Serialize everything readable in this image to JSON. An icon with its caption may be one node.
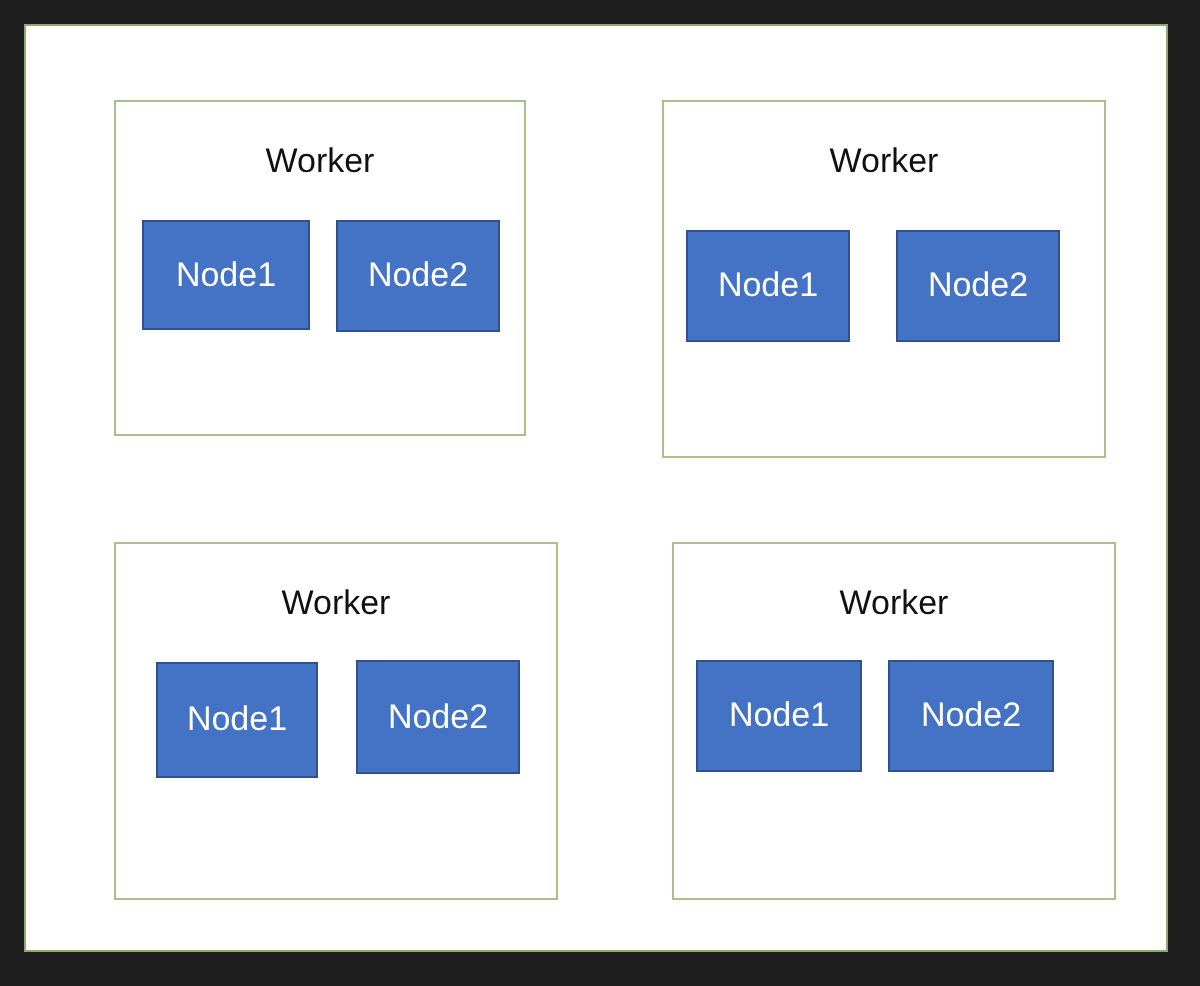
{
  "diagram": {
    "nodes": [
      {
        "text": [],
        "shape": "box"
      },
      {
        "text": [
          "Worker"
        ],
        "in": 0
      },
      {
        "text": [
          "Node1"
        ],
        "in": 1
      },
      {
        "text": [
          "Node2"
        ],
        "in": 1
      },
      {
        "text": [
          "Worker"
        ],
        "in": 0
      },
      {
        "text": [
          "Node1"
        ],
        "in": 4
      },
      {
        "text": [
          "Node2"
        ],
        "in": 4
      },
      {
        "text": [
          "Worker"
        ],
        "in": 0
      },
      {
        "text": [
          "Node1"
        ],
        "in": 7
      },
      {
        "text": [
          "Node2"
        ],
        "in": 7
      },
      {
        "text": [
          "Worker"
        ],
        "in": 0
      },
      {
        "text": [
          "Node1"
        ],
        "in": 10
      },
      {
        "text": [
          "Node2"
        ],
        "in": 10
      }
    ]
  }
}
